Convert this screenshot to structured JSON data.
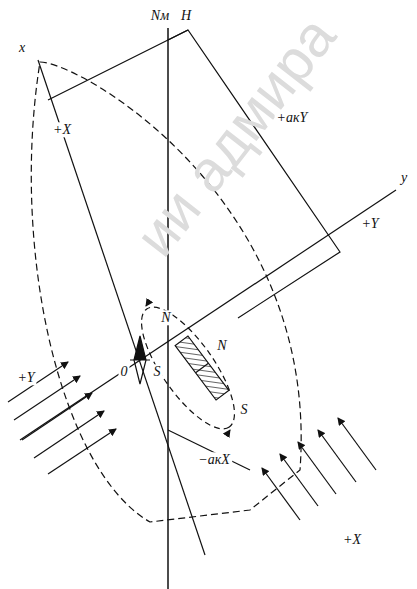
{
  "diagram": {
    "labels": [
      "ии адмира",
      "Nм",
      "H",
      "x",
      "+X",
      "+aкY",
      "y",
      "+Y",
      "N",
      "N",
      "S",
      "0",
      "S",
      "+Y",
      "−aкX",
      "+X"
    ]
  }
}
